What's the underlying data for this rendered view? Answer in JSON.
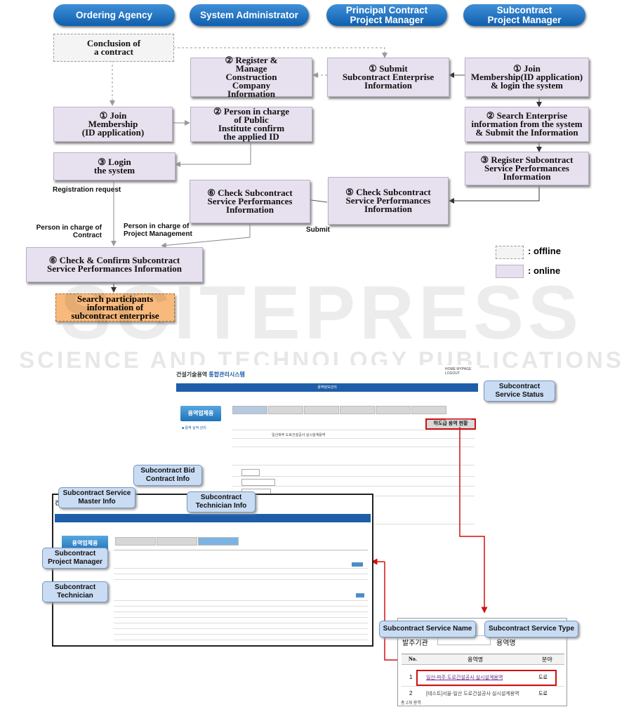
{
  "headers": [
    "Ordering Agency",
    "System Administrator",
    "Principal Contract\nProject Manager",
    "Subcontract\nProject Manager"
  ],
  "boxes": {
    "conclusion": "Conclusion of\na contract",
    "register_manage": "② Register &\nManage\nConstruction\nCompany\nInformation",
    "submit_enterprise": "① Submit\nSubcontract Enterprise\nInformation",
    "join_login": "① Join\nMembership(ID application)\n& login the system",
    "join_membership": "① Join\nMembership\n(ID application)",
    "person_confirm": "② Person in charge\nof Public\nInstitute confirm\nthe applied ID",
    "search_enterprise": "② Search Enterprise\ninformation from the system\n& Submit the Information",
    "login": "③ Login\nthe system",
    "register_performances": "③ Register Subcontract\nService Performances\nInformation",
    "check6": "⑥ Check Subcontract\nService Performances\nInformation",
    "check5": "⑤ Check Subcontract\nService Performances\nInformation",
    "check_confirm": "⑥ Check & Confirm Subcontract\nService Performances Information",
    "search_participants": "Search participants\ninformation of\nsubcontract enterprise"
  },
  "labels": {
    "registration_request": "Registration request",
    "submit": "Submit",
    "person_contract": "Person in charge of\nContract",
    "person_pm": "Person in charge of\nProject Management"
  },
  "legend": {
    "offline": ": offline",
    "online": ": online"
  },
  "watermark": {
    "line1": "SCITEPRESS",
    "line2": "SCIENCE AND TECHNOLOGY PUBLICATIONS"
  },
  "callouts": {
    "service_status": "Subcontract\nService Status",
    "bid_contract": "Subcontract Bid\nContract Info",
    "master_info": "Subcontract Service\nMaster Info",
    "technician_info": "Subcontract\nTechnician Info",
    "project_manager": "Subcontract\nProject Manager",
    "technician": "Subcontract\nTechnician",
    "service_name": "Subcontract Service Name",
    "service_type": "Subcontract Service Type"
  },
  "screen1": {
    "title_a": "건설기술용역 ",
    "title_b": "통합관리시스템",
    "menu": "HOME  MYPAGE  LOGOUT",
    "bar": "용역정보관리",
    "side_button": "용역업체용",
    "side_link": "■ 용역 실적 관리",
    "status_button": "하도급 용역 현황",
    "field1": "일산파주 도로건설공사 실시설계용역"
  },
  "screen2": {
    "title": "건",
    "side_button": "용역업체용"
  },
  "screen3": {
    "col_no": "No.",
    "col_name": "용역명",
    "col_type": "분야",
    "search_label1": "발주기관",
    "search_label2": "용역명",
    "row1_no": "1",
    "row1_name": "일산-파주 도로건설공사 실시설계용역",
    "row1_type": "도로",
    "row2_no": "2",
    "row2_name": "[테스트]서울-일산 도로건설공사 실시설계용역",
    "row2_type": "도로",
    "footer": "총 2개 용역"
  },
  "colors": {
    "header": "#1e6fc0",
    "online": "#e7e0ee",
    "offline": "#f4f4f4",
    "highlight": "#d01010",
    "callout": "#c9dcf3"
  }
}
